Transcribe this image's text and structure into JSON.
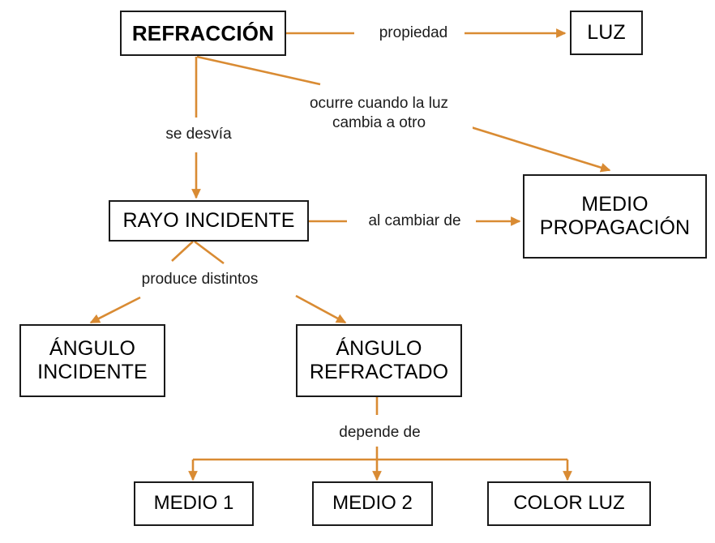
{
  "diagram": {
    "title": "Mapa conceptual de la Refracción",
    "accent_color": "#d98b33",
    "box_border_color": "#1a1a1a",
    "background_color": "#ffffff",
    "nodes": [
      {
        "id": "refraccion",
        "label": "REFRACCIÓN"
      },
      {
        "id": "luz",
        "label": "LUZ"
      },
      {
        "id": "medio_propagacion",
        "label": "MEDIO\nPROPAGACIÓN"
      },
      {
        "id": "rayo_incidente",
        "label": "RAYO INCIDENTE"
      },
      {
        "id": "angulo_incidente",
        "label": "ÁNGULO\nINCIDENTE"
      },
      {
        "id": "angulo_refractado",
        "label": "ÁNGULO\nREFRACTADO"
      },
      {
        "id": "medio_1",
        "label": "MEDIO 1"
      },
      {
        "id": "medio_2",
        "label": "MEDIO 2"
      },
      {
        "id": "color_luz",
        "label": "COLOR LUZ"
      }
    ],
    "link_labels": [
      {
        "id": "propiedad",
        "text": "propiedad",
        "from": "refraccion",
        "to": "luz"
      },
      {
        "id": "ocurre_cuando",
        "text": "ocurre cuando la luz\ncambia a otro",
        "from": "refraccion",
        "to": "medio_propagacion"
      },
      {
        "id": "se_desvia",
        "text": "se desvía",
        "from": "refraccion",
        "to": "rayo_incidente"
      },
      {
        "id": "al_cambiar_de",
        "text": "al cambiar de",
        "from": "rayo_incidente",
        "to": "medio_propagacion"
      },
      {
        "id": "produce_distintos",
        "text": "produce distintos",
        "from": "rayo_incidente",
        "to": "angulo_incidente, angulo_refractado"
      },
      {
        "id": "depende_de",
        "text": "depende de",
        "from": "angulo_refractado",
        "to": "medio_1, medio_2, color_luz"
      }
    ]
  }
}
